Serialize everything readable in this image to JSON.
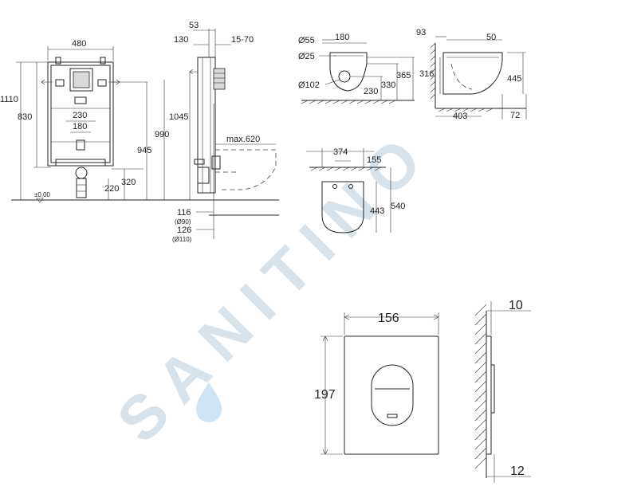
{
  "watermark": "SANITINO",
  "frame": {
    "width": "480",
    "total_height": "1110",
    "height_830": "830",
    "dim_230": "230",
    "dim_180": "180",
    "height_945": "945",
    "height_990": "990",
    "height_320": "320",
    "height_220": "220",
    "floor_mark": "±0,00"
  },
  "side": {
    "dim_53": "53",
    "dim_130": "130",
    "dim_15_70": "15-70",
    "height_1045": "1045",
    "max_620": "max.620",
    "dim_116": "116",
    "dia_90": "(Ø90)",
    "dim_126": "126",
    "dia_110": "(Ø110)"
  },
  "bowl_side": {
    "dia_55": "Ø55",
    "dia_25": "Ø25",
    "dia_102": "Ø102",
    "width_180": "180",
    "dim_230": "230",
    "dim_330": "330",
    "dim_365": "365"
  },
  "bowl_profile": {
    "dim_93": "93",
    "dim_50": "50",
    "dim_316": "316",
    "dim_445": "445",
    "dim_403": "403",
    "dim_72": "72"
  },
  "bowl_top": {
    "dim_374": "374",
    "dim_155": "155",
    "dim_443": "443",
    "dim_540": "540"
  },
  "plate": {
    "width": "156",
    "height": "197",
    "depth_10": "10",
    "depth_12": "12"
  }
}
